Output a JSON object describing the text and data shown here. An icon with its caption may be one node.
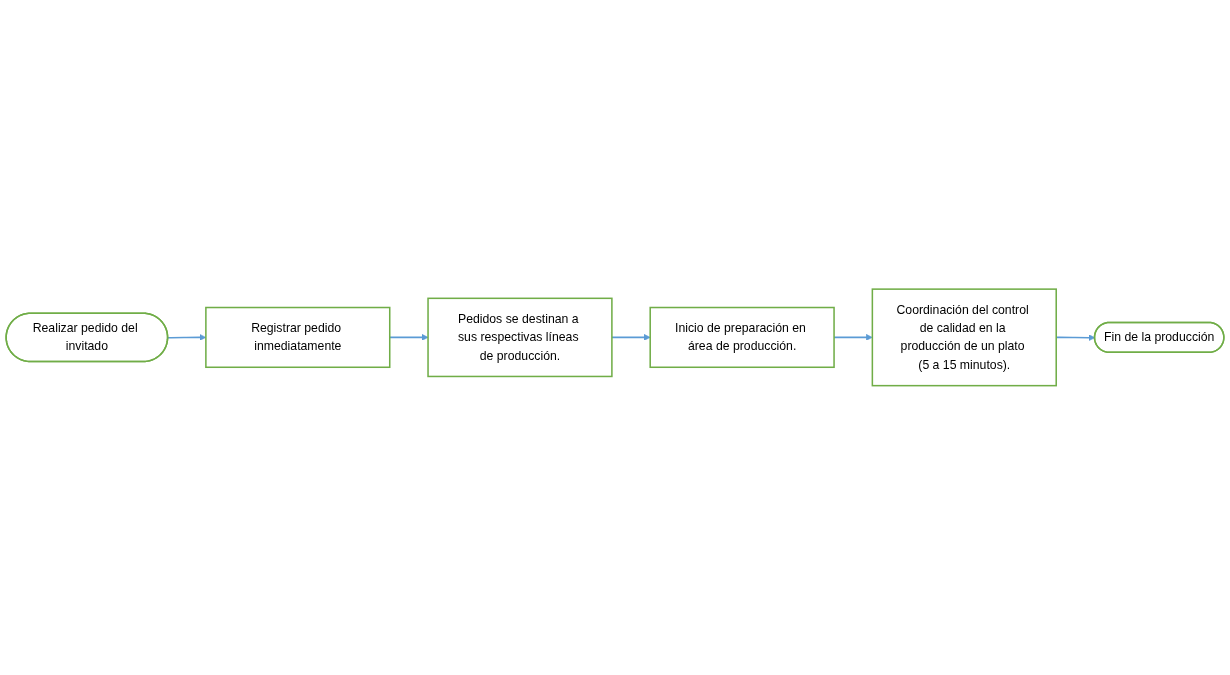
{
  "diagram": {
    "nodes": [
      {
        "text": [
          "Realizar pedido del invitado"
        ]
      },
      {
        "text": [
          "Registrar pedido inmediatamente"
        ]
      },
      {
        "text": [
          "Pedidos se destinan a sus respectivas líneas de producción."
        ]
      },
      {
        "text": [
          "Inicio de preparación en área de producción."
        ]
      },
      {
        "text": [
          "Coordinación del control de calidad en la producción de un plato (5 a 15 minutos)."
        ]
      },
      {
        "text": [
          "Fin de la producción"
        ]
      }
    ],
    "edges": [
      {
        "from": 0,
        "to": 1,
        "arrow": "to"
      },
      {
        "from": 1,
        "to": 2,
        "arrow": "to"
      },
      {
        "from": 2,
        "to": 3,
        "arrow": "to"
      },
      {
        "from": 3,
        "to": 4,
        "arrow": "to"
      },
      {
        "from": 4,
        "to": 5,
        "arrow": "to"
      }
    ]
  }
}
